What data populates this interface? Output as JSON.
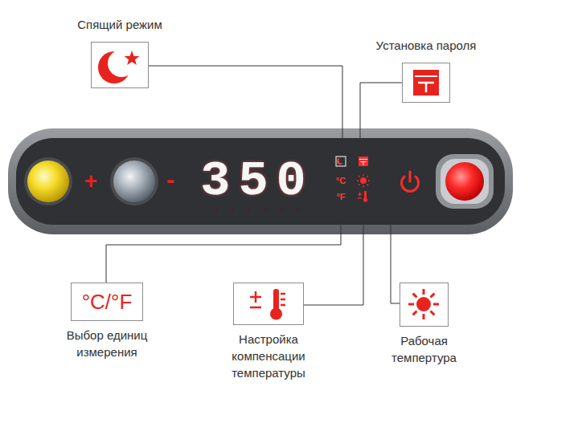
{
  "diagram": {
    "nodes": [
      {
        "text": [
          "Спящий режим"
        ]
      },
      {
        "text": [
          "Установка пароля"
        ]
      },
      {
        "text": [
          "°C/°F",
          "Выбор единиц измерения"
        ]
      },
      {
        "text": [
          "Настройка компенсации температуры"
        ]
      },
      {
        "text": [
          "Рабочая темпертура"
        ]
      }
    ],
    "labels": [
      "+",
      "-",
      "350",
      "°C",
      "°F"
    ]
  }
}
